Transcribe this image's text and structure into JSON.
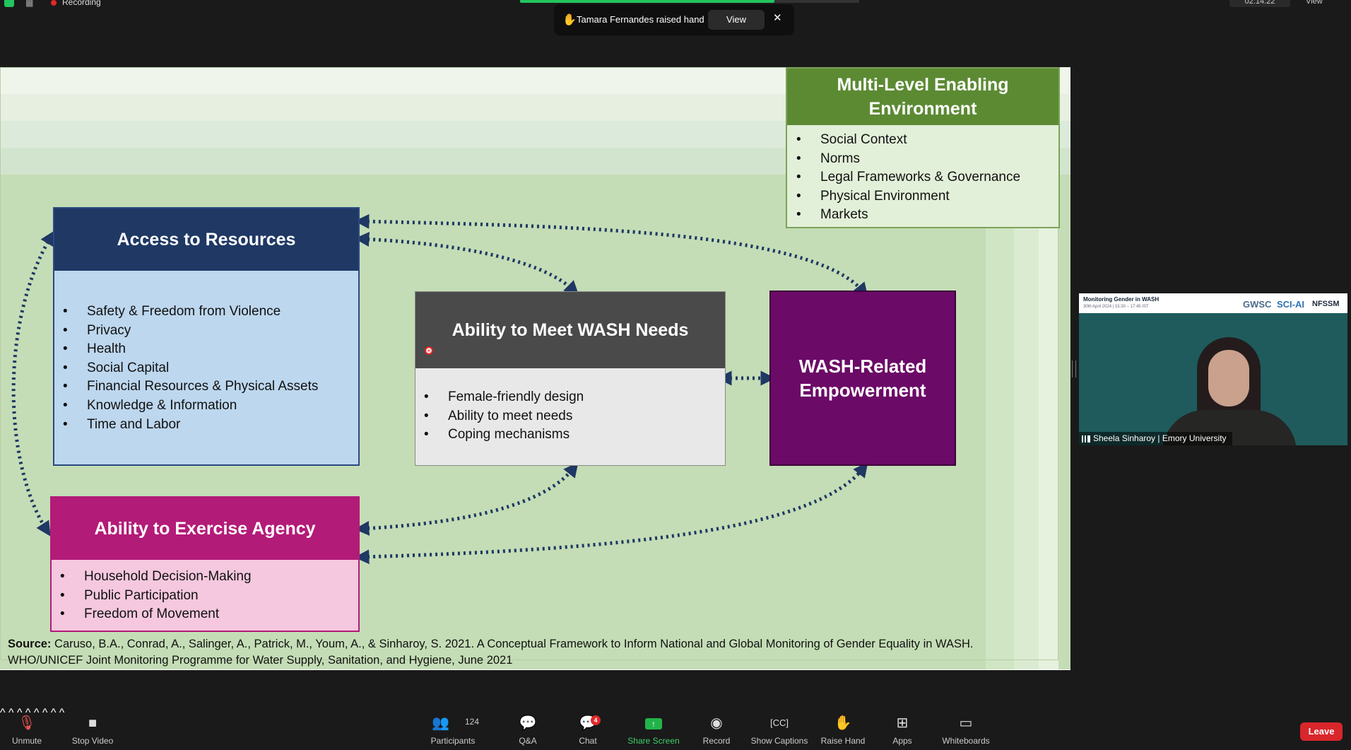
{
  "topbar": {
    "recording_label": "Recording",
    "timer": "02:14:22",
    "view_label": "View"
  },
  "notification": {
    "message": "Tamara Fernandes raised hand",
    "view_button": "View",
    "close_glyph": "✕"
  },
  "slide": {
    "multi_level": {
      "title": "Multi-Level Enabling Environment",
      "items": [
        "Social Context",
        "Norms",
        "Legal Frameworks & Governance",
        "Physical Environment",
        "Markets"
      ]
    },
    "access": {
      "title": "Access to Resources",
      "items": [
        "Safety & Freedom from Violence",
        "Privacy",
        "Health",
        "Social Capital",
        "Financial Resources & Physical Assets",
        "Knowledge & Information",
        "Time and Labor"
      ]
    },
    "wash_needs": {
      "title": "Ability to Meet WASH Needs",
      "items": [
        "Female-friendly design",
        "Ability to meet needs",
        "Coping mechanisms"
      ]
    },
    "empowerment": {
      "title": "WASH-Related Empowerment"
    },
    "agency": {
      "title": "Ability to Exercise Agency",
      "items": [
        "Household Decision-Making",
        "Public Participation",
        "Freedom of Movement"
      ]
    },
    "source": {
      "label": "Source:",
      "text": "Caruso, B.A., Conrad, A., Salinger, A., Patrick, M., Youm, A., & Sinharoy, S. 2021. A Conceptual Framework to Inform National and Global Monitoring of Gender Equality in WASH.",
      "line2": "WHO/UNICEF Joint Monitoring Programme for Water Supply, Sanitation, and Hygiene, June 2021"
    },
    "colors": {
      "access_header": "#1f3864",
      "wash_header": "#4a4a4a",
      "empowerment": "#6b0a67",
      "agency_header": "#b31b78",
      "multi_level_header": "#5c8a33",
      "arrow": "#1f3864"
    }
  },
  "video": {
    "band_title": "Monitoring Gender in WASH",
    "band_sub": "30th April 2024 | 15:30 – 17:45 IST",
    "logos": [
      "GWSC",
      "SCI-AI",
      "NFSSM"
    ],
    "participant_name": "Sheela Sinharoy | Emory University"
  },
  "toolbar": {
    "unmute": "Unmute",
    "stop_video": "Stop Video",
    "participants": "Participants",
    "participants_count": "124",
    "qa": "Q&A",
    "chat": "Chat",
    "chat_badge": "4",
    "share_screen": "Share Screen",
    "record": "Record",
    "show_captions": "Show Captions",
    "raise_hand": "Raise Hand",
    "apps": "Apps",
    "whiteboards": "Whiteboards",
    "leave": "Leave"
  }
}
